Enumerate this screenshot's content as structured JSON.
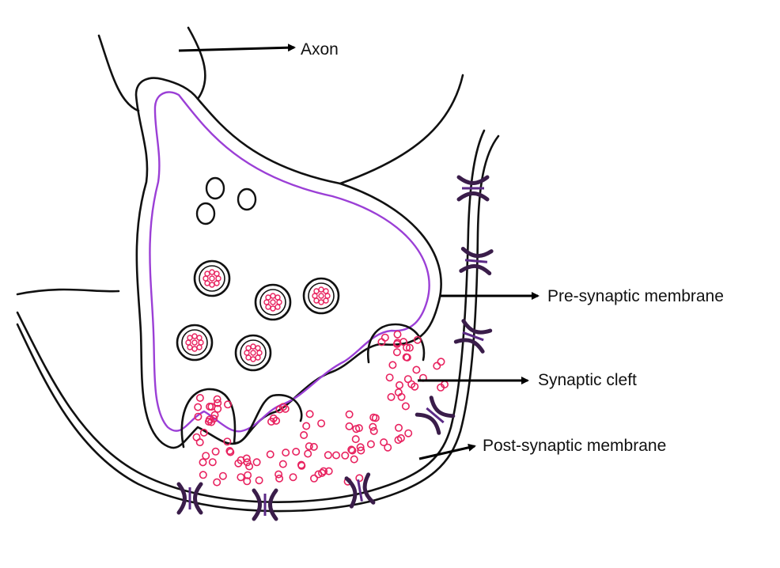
{
  "labels": {
    "axon": "Axon",
    "pre_synaptic_membrane": "Pre-synaptic membrane",
    "synaptic_cleft": "Synaptic cleft",
    "post_synaptic_membrane": "Post-synaptic membrane"
  },
  "colors": {
    "outline": "#111111",
    "membrane_inner": "#9b3fd6",
    "neurotransmitter": "#e8225f",
    "receptor": "#3a1d4a",
    "receptor_light": "#5b2a86"
  }
}
